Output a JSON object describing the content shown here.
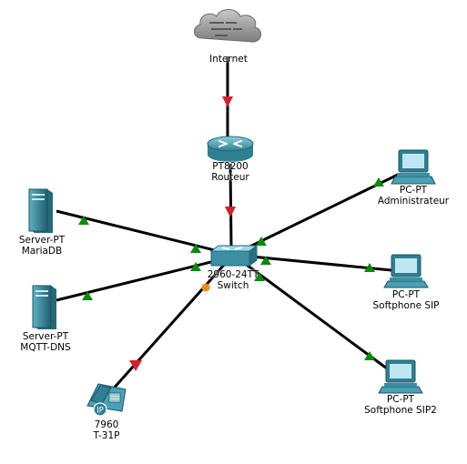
{
  "colors": {
    "link": "#000000",
    "status_up": "#0a8a0a",
    "status_down": "#d61f2c",
    "status_pending": "#f28a1c",
    "cloud": "#9a9a9a",
    "device_teal": "#4aa0b5",
    "device_dark": "#24697a",
    "screen": "#bfe7f2"
  },
  "devices": {
    "internet": {
      "icon": "cloud-icon",
      "lines": [
        "Internet"
      ]
    },
    "router": {
      "icon": "router-icon",
      "lines": [
        "PT8200",
        "Routeur"
      ]
    },
    "switch": {
      "icon": "switch-icon",
      "lines": [
        "2960-24TT",
        "Switch"
      ]
    },
    "server_mariadb": {
      "icon": "server-icon",
      "lines": [
        "Server-PT",
        "MariaDB"
      ]
    },
    "server_mqtt": {
      "icon": "server-icon",
      "lines": [
        "Server-PT",
        "MQTT-DNS"
      ]
    },
    "pc_admin": {
      "icon": "pc-icon",
      "lines": [
        "PC-PT",
        "Administrateur"
      ]
    },
    "pc_softphone": {
      "icon": "pc-icon",
      "lines": [
        "PC-PT",
        "Softphone SIP"
      ]
    },
    "pc_softphone2": {
      "icon": "pc-icon",
      "lines": [
        "PC-PT",
        "Softphone SIP2"
      ]
    },
    "ip_phone": {
      "icon": "ip-phone-icon",
      "badge": "IP",
      "lines": [
        "7960",
        "T-31P"
      ]
    }
  },
  "links": [
    {
      "from": "internet",
      "to": "router",
      "status": "down"
    },
    {
      "from": "router",
      "to": "switch",
      "status": "down"
    },
    {
      "from": "server_mariadb",
      "to": "switch",
      "status": "up"
    },
    {
      "from": "server_mqtt",
      "to": "switch",
      "status": "up"
    },
    {
      "from": "pc_admin",
      "to": "switch",
      "status": "up"
    },
    {
      "from": "pc_softphone",
      "to": "switch",
      "status": "up"
    },
    {
      "from": "pc_softphone2",
      "to": "switch",
      "status": "up"
    },
    {
      "from": "ip_phone",
      "to": "switch",
      "status": "mixed"
    }
  ]
}
